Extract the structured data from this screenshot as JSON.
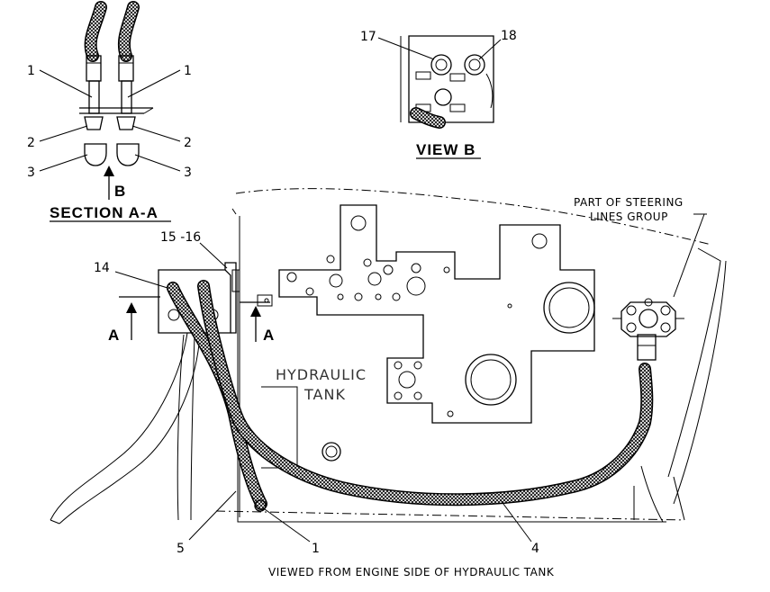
{
  "section_aa": {
    "title": "SECTION A-A",
    "callouts": [
      "1",
      "1",
      "2",
      "2",
      "3",
      "3"
    ],
    "view_arrow": "B"
  },
  "view_b": {
    "title": "VIEW B",
    "callouts": [
      "17",
      "18"
    ]
  },
  "main": {
    "callout_14": "14",
    "callout_15_16": "15 -16",
    "callout_5": "5",
    "callout_1": "1",
    "callout_4": "4",
    "section_marker_left": "A",
    "section_marker_right": "A",
    "tank_line1": "HYDRAULIC",
    "tank_line2": "TANK",
    "steering_line1": "PART OF STEERING",
    "steering_line2": "LINES GROUP"
  },
  "caption": "VIEWED FROM ENGINE SIDE OF HYDRAULIC TANK"
}
